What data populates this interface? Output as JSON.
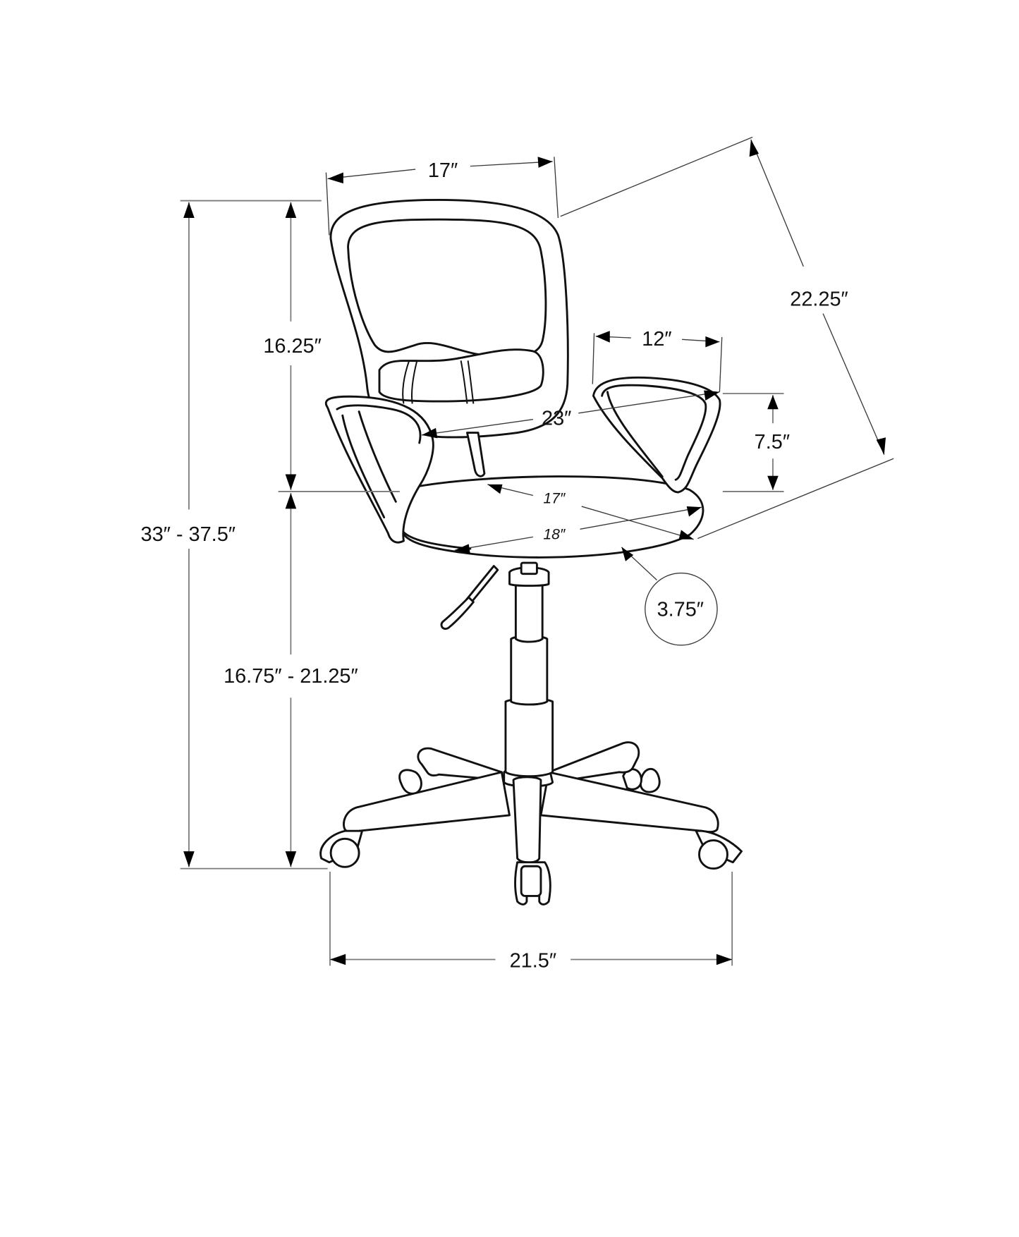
{
  "diagram": {
    "subject": "Office chair dimension diagram",
    "background_color": "#ffffff",
    "line_color": "#111111",
    "dimensions": {
      "backrest_width": "17″",
      "backrest_height": "16.25″",
      "overall_height": "33″ - 37.5″",
      "seat_height": "16.75″ - 21.25″",
      "depth_diagonal": "22.25″",
      "armrest_length": "12″",
      "width_between_arms": "23″",
      "armrest_height": "7.5″",
      "seat_depth": "17″",
      "seat_width": "18″",
      "seat_thickness": "3.75″",
      "base_width": "21.5″"
    }
  }
}
